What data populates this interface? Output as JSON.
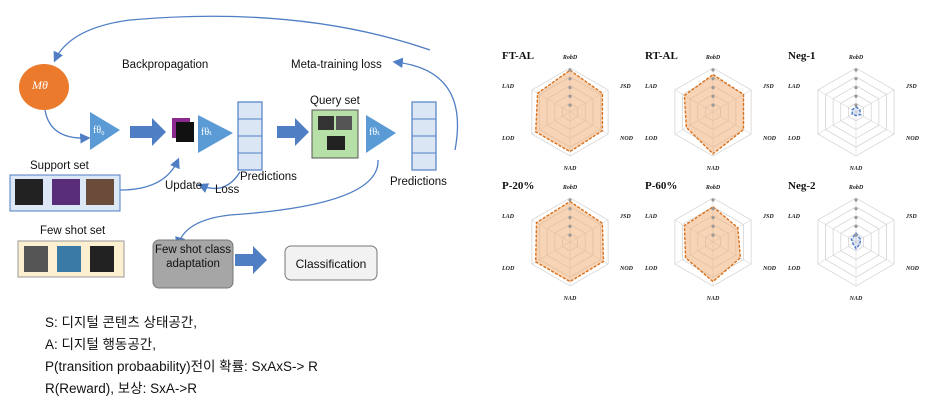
{
  "diagram": {
    "m_theta": "Mθ",
    "backprop": "Backpropagation",
    "meta_loss": "Meta-training loss",
    "f_theta0": "fθ₀",
    "f_thetat": "fθₜ",
    "f_thetat2": "fθₜ",
    "predictions1": "Predictions",
    "predictions2": "Predictions",
    "loss": "Loss",
    "update": "Update",
    "query_set": "Query set",
    "support_set": "Support set",
    "few_shot_set": "Few shot set",
    "few_shot_class": "Few shot class adaptation",
    "classification": "Classification"
  },
  "notes": [
    "S:  디지털  콘텐츠  상태공간,",
    "A:  디지털  행동공간,",
    "P(transition  probaability)전이  확률:  SxAxS-> R",
    "R(Reward),  보상:  SxA->R"
  ],
  "radar": {
    "axes": [
      "RobD",
      "JSD",
      "NOD",
      "NAD",
      "LOD",
      "LAD"
    ],
    "panels": [
      {
        "title": "FT-AL",
        "values": [
          0.95,
          0.85,
          0.85,
          0.9,
          0.9,
          0.85
        ]
      },
      {
        "title": "RT-AL",
        "values": [
          0.85,
          0.8,
          0.8,
          0.95,
          0.7,
          0.75
        ]
      },
      {
        "title": "Neg-1",
        "values": [
          0.12,
          0.1,
          0.12,
          0.08,
          0.1,
          0.1
        ]
      },
      {
        "title": "P-20%",
        "values": [
          0.92,
          0.85,
          0.88,
          0.9,
          0.9,
          0.88
        ]
      },
      {
        "title": "P-60%",
        "values": [
          0.8,
          0.65,
          0.72,
          0.9,
          0.72,
          0.75
        ]
      },
      {
        "title": "Neg-2",
        "values": [
          0.2,
          0.12,
          0.1,
          0.15,
          0.08,
          0.12
        ]
      }
    ],
    "fill_color": "#f0b07a",
    "line_color": "#d9701c",
    "neg_color": "#4a78c8"
  }
}
